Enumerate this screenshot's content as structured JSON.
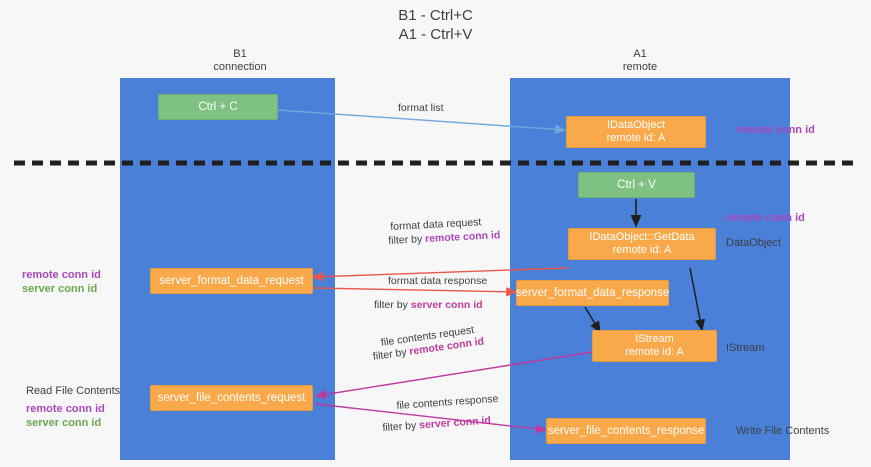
{
  "title": "B1 - Ctrl+C\nA1 - Ctrl+V",
  "columns": {
    "left": "B1\nconnection",
    "right": "A1\nremote"
  },
  "nodes": {
    "ctrl_c": "Ctrl + C",
    "ctrl_v": "Ctrl + V",
    "idataobject_l1": "IDataObject",
    "idataobject_l2": "remote id: A",
    "getdata_l1": "IDataObject::GetData",
    "getdata_l2": "remote id: A",
    "istream_l1": "IStream",
    "istream_l2": "remote id: A",
    "server_format_data_request": "server_format_data_request",
    "server_format_data_response": "server_format_data_response",
    "server_file_contents_request": "server_file_contents_request",
    "server_file_contents_response": "server_file_contents_response"
  },
  "right_labels": {
    "remote_conn_id_top": "remote conn id",
    "remote_conn_id_mid": "remote conn id",
    "dataobject": "DataObject",
    "istream": "IStream",
    "write_file_contents": "Write File Contents"
  },
  "left_labels": {
    "remote_conn_id": "remote conn id",
    "server_conn_id": "server conn id",
    "read_file_contents": "Read File Contents",
    "remote_conn_id_2": "remote conn id",
    "server_conn_id_2": "server conn id"
  },
  "edges": {
    "format_list": "format list",
    "format_data_request": "format data request",
    "filter_by": "filter by ",
    "filter_remote_conn_id": "remote conn id",
    "format_data_response": "format data response",
    "filter_server_conn_id": "server conn id",
    "file_contents_request": "file contents request",
    "file_contents_response": "file contents response"
  },
  "colors": {
    "lane": "#4a80d8",
    "orange": "#f9a94a",
    "green": "#7fc182",
    "purple": "#aa47bc",
    "green_text": "#6aa84f",
    "magenta": "#c0399f",
    "red_arrow": "#e8584a",
    "blue_arrow": "#6fa8dc",
    "background": "#f7f7f7"
  }
}
